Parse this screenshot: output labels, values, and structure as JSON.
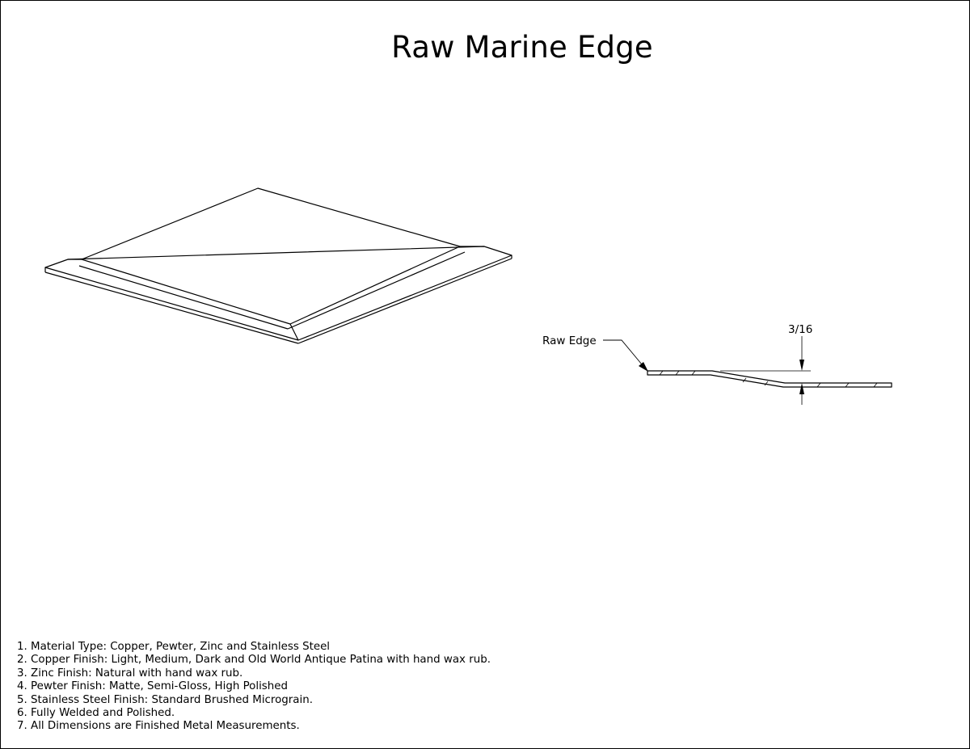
{
  "drawing": {
    "title": "Raw Marine Edge",
    "callout_label": "Raw Edge",
    "dimension_label": "3/16"
  },
  "notes": [
    "1. Material Type: Copper, Pewter, Zinc and Stainless Steel",
    "2. Copper Finish: Light, Medium, Dark and Old World Antique Patina with hand wax rub.",
    "3. Zinc Finish: Natural with hand wax rub.",
    "4. Pewter Finish: Matte, Semi-Gloss, High Polished",
    "5. Stainless Steel Finish: Standard Brushed Micrograin.",
    "6. Fully Welded and Polished.",
    "7. All Dimensions are Finished Metal Measurements."
  ]
}
